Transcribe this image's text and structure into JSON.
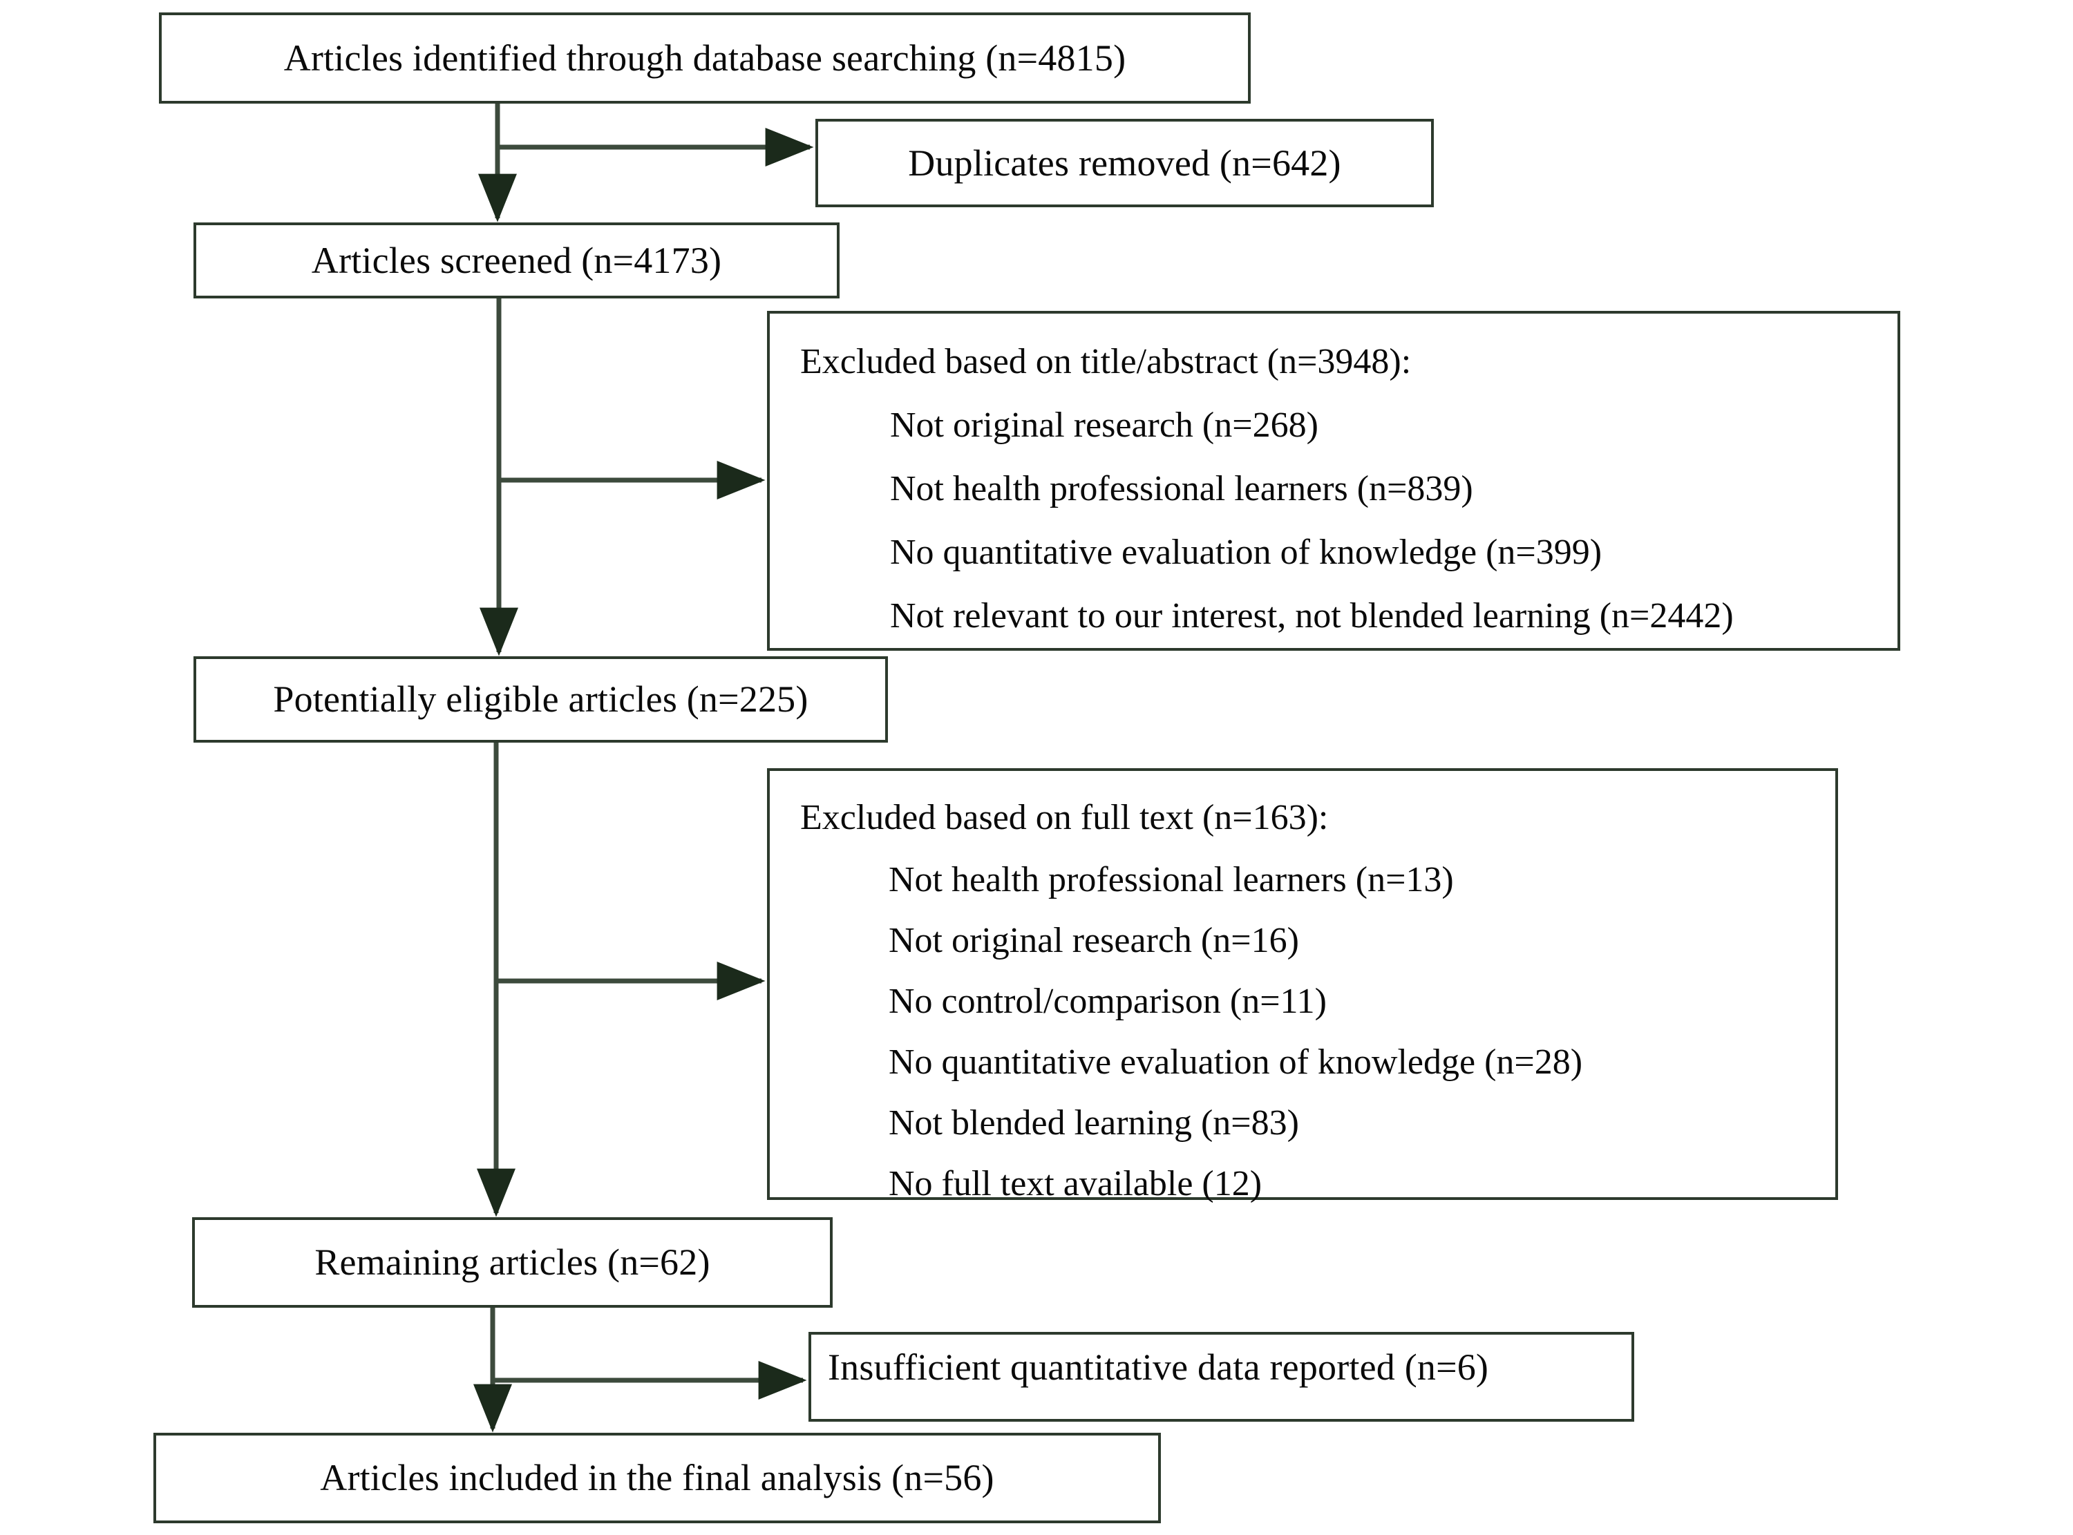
{
  "diagram": {
    "title": "PRISMA study selection flow diagram",
    "accent_border": "#2d3a2d",
    "connector_color": "#3c4a3c",
    "text_color": "#0a0a0a",
    "background": "#ffffff"
  },
  "boxes": {
    "identified": {
      "label": "Articles identified through database searching (n=4815)"
    },
    "duplicates": {
      "label": "Duplicates removed (n=642)"
    },
    "screened": {
      "label": "Articles screened (n=4173)"
    },
    "excluded_title_abstract": {
      "header": "Excluded based on title/abstract (n=3948):",
      "items": [
        "Not original research (n=268)",
        "Not health professional learners (n=839)",
        "No quantitative evaluation of knowledge (n=399)",
        "Not relevant to our interest, not blended learning (n=2442)"
      ]
    },
    "potentially_eligible": {
      "label": "Potentially eligible articles (n=225)"
    },
    "excluded_full_text": {
      "header": "Excluded based on full text (n=163):",
      "items": [
        "Not health professional learners (n=13)",
        "Not original research (n=16)",
        "No control/comparison (n=11)",
        "No quantitative evaluation of knowledge (n=28)",
        "Not blended learning (n=83)",
        " No full text available (12)"
      ]
    },
    "remaining": {
      "label": "Remaining articles (n=62)"
    },
    "insufficient": {
      "label": "Insufficient quantitative data reported (n=6)"
    },
    "included": {
      "label": "Articles included in the final analysis (n=56)"
    }
  },
  "flow_data": {
    "type": "flowchart",
    "stages": [
      {
        "name": "Articles identified through database searching",
        "n": 4815
      },
      {
        "name": "Duplicates removed",
        "n": 642
      },
      {
        "name": "Articles screened",
        "n": 4173
      },
      {
        "name": "Excluded based on title/abstract",
        "n": 3948
      },
      {
        "name": "Potentially eligible articles",
        "n": 225
      },
      {
        "name": "Excluded based on full text",
        "n": 163
      },
      {
        "name": "Remaining articles",
        "n": 62
      },
      {
        "name": "Insufficient quantitative data reported",
        "n": 6
      },
      {
        "name": "Articles included in the final analysis",
        "n": 56
      }
    ],
    "exclusion_breakdown_title_abstract": [
      {
        "reason": "Not original research",
        "n": 268
      },
      {
        "reason": "Not health professional learners",
        "n": 839
      },
      {
        "reason": "No quantitative evaluation of knowledge",
        "n": 399
      },
      {
        "reason": "Not relevant to our interest, not blended learning",
        "n": 2442
      }
    ],
    "exclusion_breakdown_full_text": [
      {
        "reason": "Not health professional learners",
        "n": 13
      },
      {
        "reason": "Not original research",
        "n": 16
      },
      {
        "reason": "No control/comparison",
        "n": 11
      },
      {
        "reason": "No quantitative evaluation of knowledge",
        "n": 28
      },
      {
        "reason": "Not blended learning",
        "n": 83
      },
      {
        "reason": "No full text available",
        "n": 12
      }
    ]
  }
}
